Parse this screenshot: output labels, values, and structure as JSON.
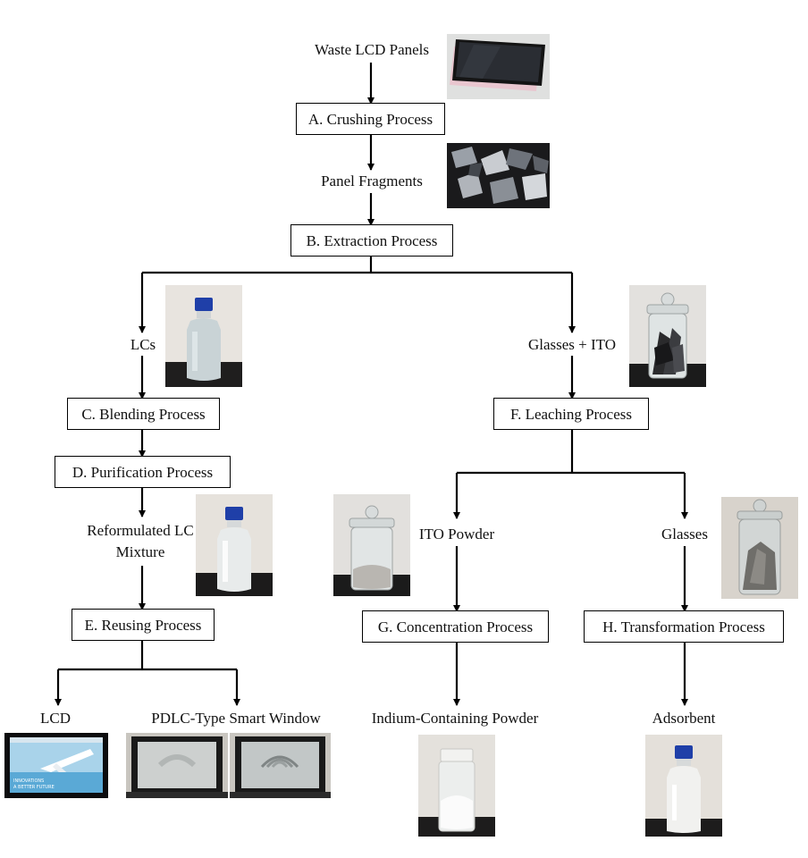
{
  "labels": {
    "waste_lcd": "Waste LCD Panels",
    "fragments": "Panel Fragments",
    "lcs": "LCs",
    "glasses_ito": "Glasses + ITO",
    "reformulated": "Reformulated LC Mixture",
    "ito_powder": "ITO Powder",
    "glasses": "Glasses",
    "lcd": "LCD",
    "pdlc": "PDLC-Type Smart Window",
    "indium": "Indium-Containing Powder",
    "adsorbent": "Adsorbent"
  },
  "processes": {
    "a": "A. Crushing Process",
    "b": "B. Extraction Process",
    "c": "C. Blending Process",
    "d": "D. Purification Process",
    "e": "E. Reusing Process",
    "f": "F. Leaching Process",
    "g": "G. Concentration Process",
    "h": "H. Transformation Process"
  },
  "screen_text": {
    "line1": "INNOVATIONS",
    "line2": "A BETTER FUTURE"
  },
  "colors": {
    "line": "#000000",
    "cap_blue": "#1f3fa8",
    "liquid_lc": "#c9d3d6",
    "table_dark": "#1b1b1b"
  }
}
